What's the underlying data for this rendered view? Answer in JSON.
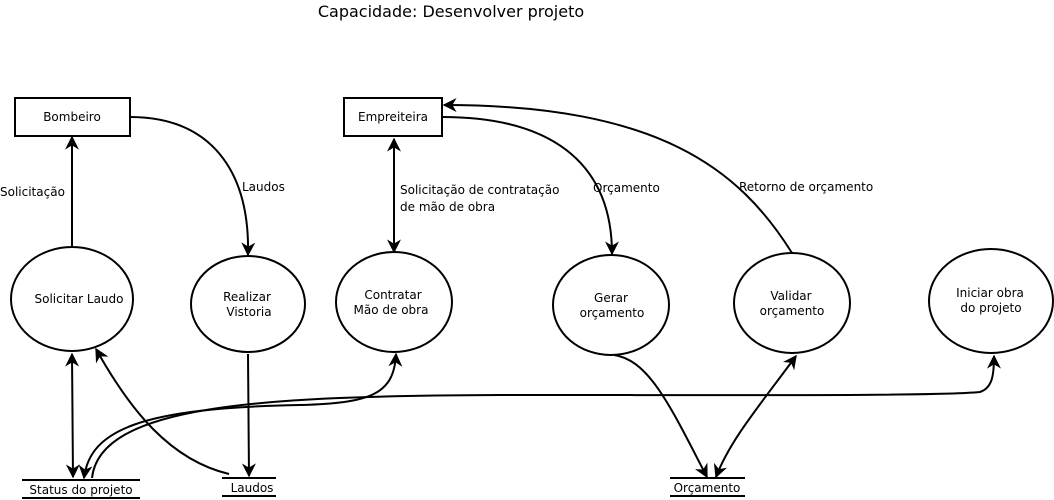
{
  "title": "Capacidade: Desenvolver projeto",
  "entities": {
    "bombeiro": "Bombeiro",
    "empreiteira": "Empreiteira"
  },
  "processes": {
    "solicitar_laudo": [
      "Solicitar Laudo"
    ],
    "realizar_vistoria": [
      "Realizar",
      "Vistoria"
    ],
    "contratar_mao_de_obra": [
      "Contratar",
      "Mão de obra"
    ],
    "gerar_orcamento": [
      "Gerar",
      "orçamento"
    ],
    "validar_orcamento": [
      "Validar",
      "orçamento"
    ],
    "iniciar_obra": [
      "Iniciar obra",
      "do projeto"
    ]
  },
  "data_stores": {
    "status_do_projeto": "Status do projeto",
    "laudos": "Laudos",
    "orcamento": "Orçamento"
  },
  "flow_labels": {
    "solicitacao": "Solicitação",
    "laudos": "Laudos",
    "solicitacao_contratacao": [
      "Solicitação de contratação",
      "de mão de obra"
    ],
    "orcamento": "Orçamento",
    "retorno_de_orcamento": "Retorno de orçamento"
  },
  "colors": {
    "stroke": "#000000",
    "background": "#ffffff"
  }
}
